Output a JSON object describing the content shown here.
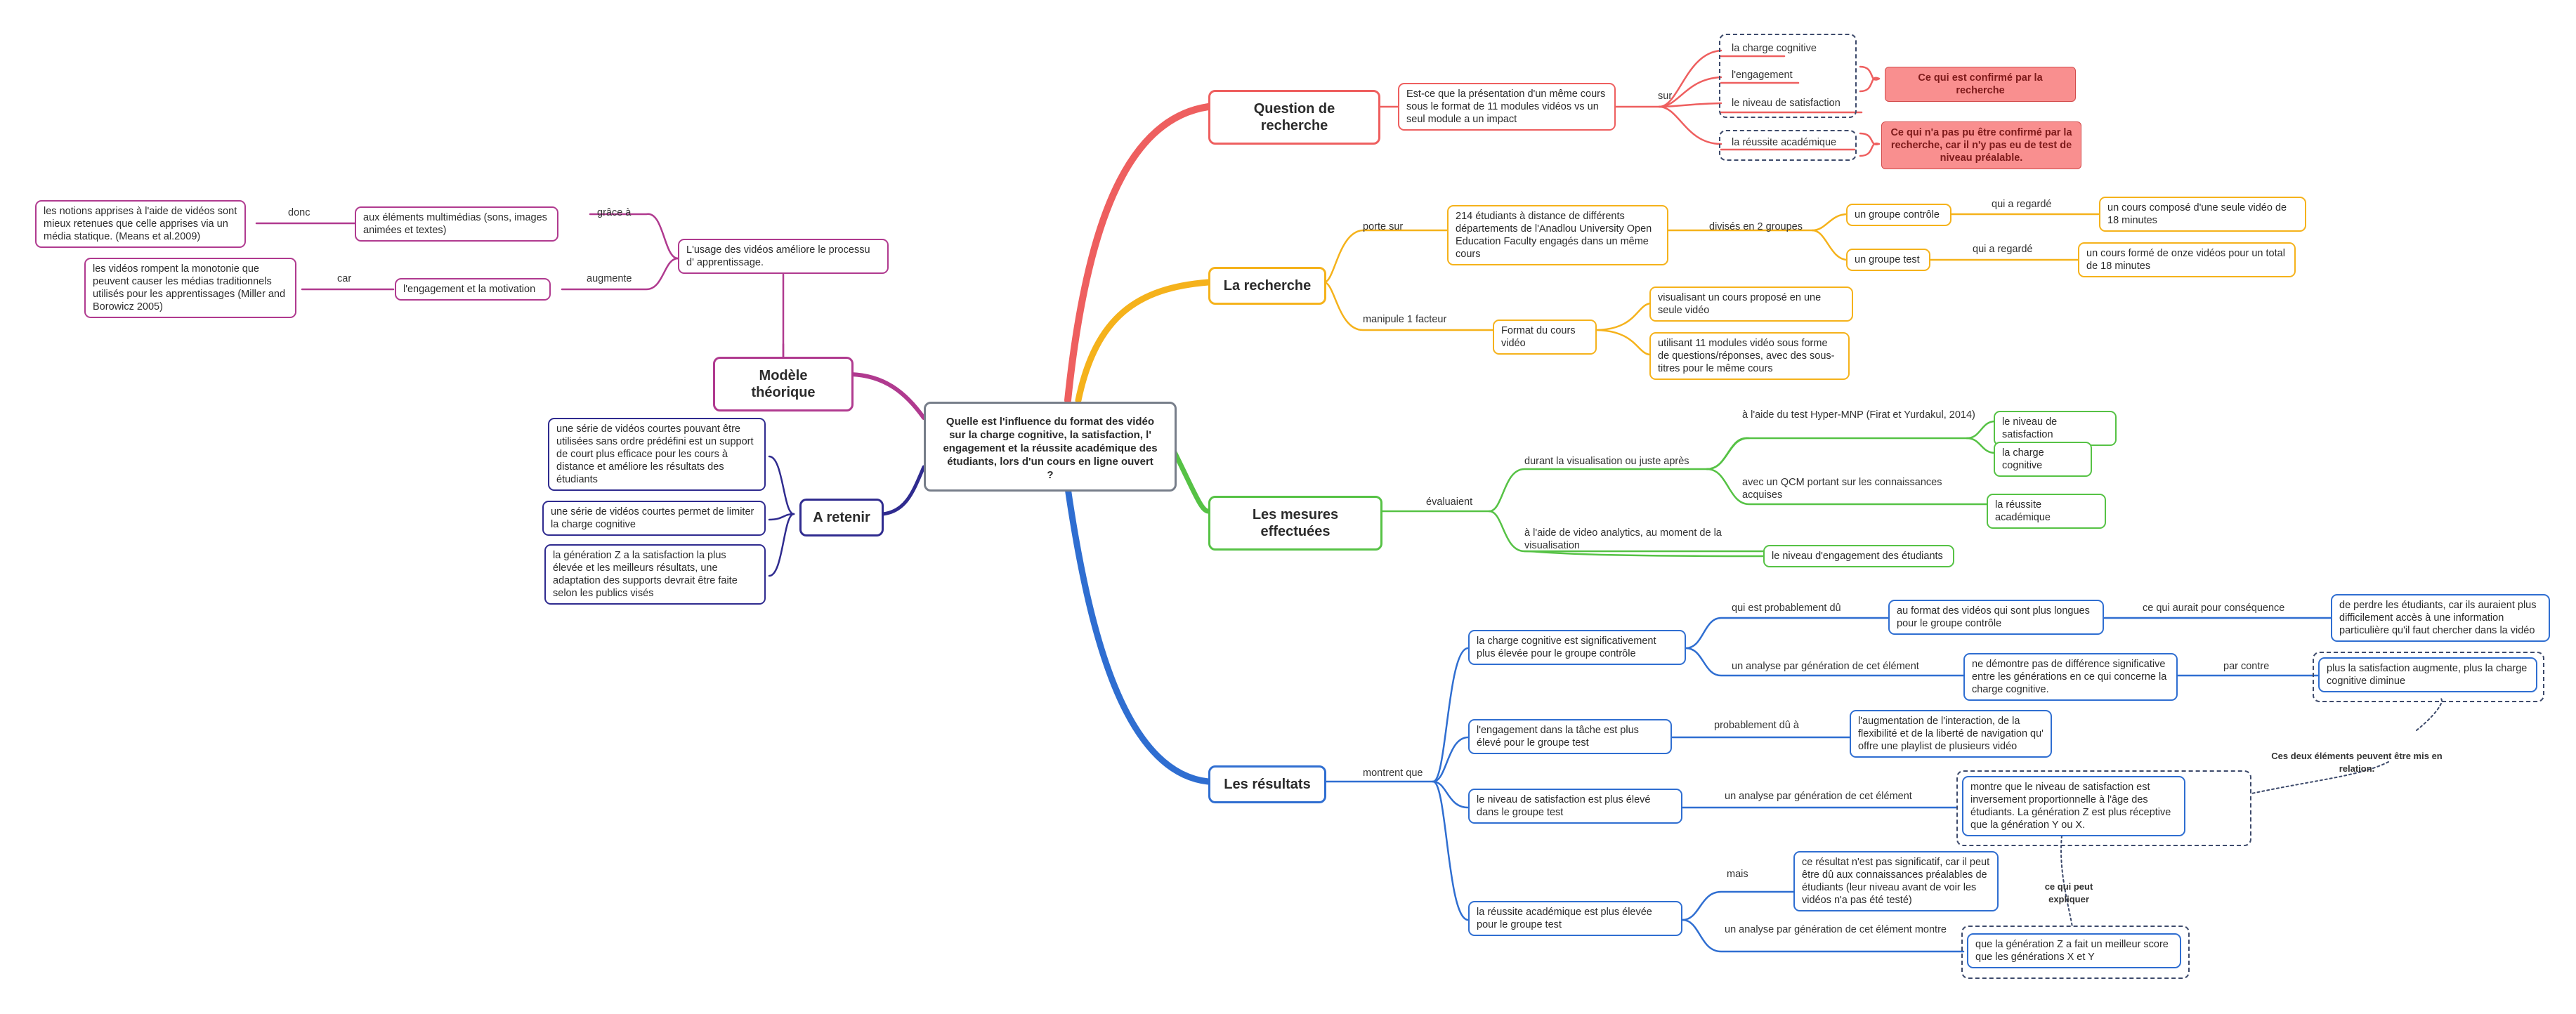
{
  "center": "Quelle est l'influence du format des vidéo sur la charge cognitive, la satisfaction, l' engagement et la réussite académique des étudiants, lors d'un cours en ligne ouvert ?",
  "colors": {
    "red": "#ee5f5f",
    "orange": "#f5b21b",
    "green": "#56c245",
    "blue": "#2f6ed1",
    "purple": "#b03a8f",
    "indigo": "#2f2b8f",
    "note_red": "#f98f8f"
  },
  "question": {
    "title": "Question de recherche",
    "text": "Est-ce que la présentation d'un même cours sous le format de 11 modules vidéos vs un seul module a un impact",
    "sur": "sur",
    "items": [
      "la charge cognitive",
      "l'engagement",
      "le niveau de satisfaction",
      "la réussite académique"
    ],
    "confirmed": "Ce qui est confirmé par la recherche",
    "not_confirmed": "Ce qui n'a pas pu être confirmé par la recherche, car il n'y  pas eu de test de niveau préalable."
  },
  "recherche": {
    "title": "La recherche",
    "porte_sur": "porte sur",
    "students": "214 étudiants à distance de différents départements de l'Anadlou University Open Education Faculty engagés dans un même cours",
    "divises": "divisés en 2 groupes",
    "g_controle": "un groupe contrôle",
    "g_test": "un groupe test",
    "qui_a_regarde": "qui a regardé",
    "c_controle": "un cours composé d'une seule vidéo de 18 minutes",
    "c_test": "un cours formé de onze vidéos pour un total de 18 minutes",
    "manipule": "manipule 1 facteur",
    "format": "Format du cours vidéo",
    "f1": "visualisant un cours proposé en une seule vidéo",
    "f2": "utilisant 11 modules vidéo sous forme de questions/réponses, avec des sous-titres pour le même cours"
  },
  "mesures": {
    "title": "Les mesures effectuées",
    "evaluaient": "évaluaient",
    "durant": "durant la visualisation ou juste après",
    "hyper": "à l'aide du test Hyper-MNP (Firat et Yurdakul, 2014)",
    "satisfaction": "le niveau de satisfaction",
    "charge": "la charge cognitive",
    "qcm": "avec un QCM portant sur les connaissances acquises",
    "reussite": "la réussite académique",
    "analytics": "à l'aide de video analytics, au moment de la visualisation",
    "engagement": "le niveau d'engagement des étudiants"
  },
  "resultats": {
    "title": "Les résultats",
    "montrent": "montrent que",
    "r1": "la charge cognitive est significativement plus élevée pour le groupe contrôle",
    "r1_du": "qui est probablement dû",
    "r1_format": "au format des vidéos qui sont plus longues pour le groupe contrôle",
    "r1_consequence": "ce qui aurait pour conséquence",
    "r1_perdre": "de perdre les étudiants, car ils auraient plus difficilement accès à une information particulière qu'il faut chercher dans la vidéo",
    "r1_analyse": "un analyse par génération de cet élément",
    "r1_demontre": "ne démontre pas de différence significative entre les générations en ce qui concerne la charge cognitive.",
    "r1_par_contre": "par contre",
    "r1_satisf": "plus la satisfaction augmente, plus la charge cognitive diminue",
    "note_relation": "Ces deux éléments peuvent être mis en relation.",
    "r2": "l'engagement dans la tâche est plus élevé pour le groupe test",
    "r2_du": "probablement dû à",
    "r2_aug": "l'augmentation de l'interaction, de la flexibilité et de la liberté de navigation qu' offre une playlist de plusieurs vidéo",
    "r3": "le niveau de satisfaction est plus élevé dans le groupe test",
    "r3_analyse": "un analyse par génération de cet élément",
    "r3_montre": "montre que le niveau de satisfaction est inversement proportionnelle à l'âge des étudiants. La génération Z est plus réceptive que la génération Y ou X.",
    "note_expliquer": "ce qui peut expliquer",
    "r4": "la réussite académique est plus élevée pour le groupe test",
    "r4_mais": "mais",
    "r4_non_sig": "ce résultat n'est pas significatif, car il peut être dû aux connaissances préalables de étudiants (leur niveau avant de voir les vidéos n'a pas été testé)",
    "r4_analyse": "un analyse par génération de cet élément montre",
    "r4_genz": "que la génération Z a fait un meilleur score que les générations X et Y"
  },
  "modele": {
    "title": "Modèle théorique",
    "usage": "L'usage des vidéos améliore le processu d' apprentissage.",
    "grace": "grâce à",
    "multimedia": "aux éléments multimédias (sons, images animées et textes)",
    "donc": "donc",
    "notions": "les notions apprises à l'aide de vidéos sont mieux retenues que celle apprises via un média statique. (Means et al.2009)",
    "augmente": "augmente",
    "engagement": "l'engagement et la motivation",
    "car": "car",
    "monotonie": "les vidéos rompent la monotonie que peuvent causer les médias traditionnels utilisés pour les apprentissages (Miller and Borowicz 2005)"
  },
  "retenir": {
    "title": "A retenir",
    "items": [
      "une série de vidéos courtes pouvant être utilisées sans ordre prédéfini est un support de court plus efficace pour les cours à distance et améliore les résultats des étudiants",
      "une série de vidéos courtes permet de limiter la charge cognitive",
      "la génération Z a la satisfaction la plus élevée et les meilleurs résultats, une adaptation des supports devrait être faite selon les publics visés"
    ]
  }
}
